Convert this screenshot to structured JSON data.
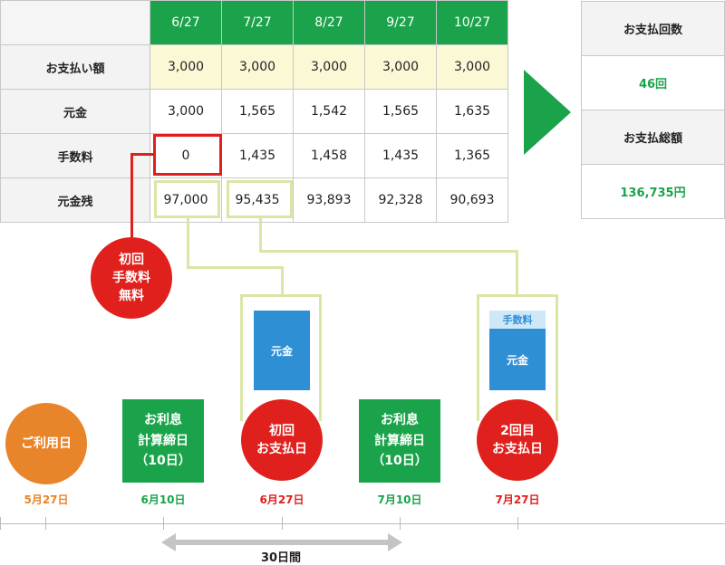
{
  "table": {
    "dates": [
      "6/27",
      "7/27",
      "8/27",
      "9/27",
      "10/27"
    ],
    "rows": [
      {
        "label": "お支払い額",
        "values": [
          "3,000",
          "3,000",
          "3,000",
          "3,000",
          "3,000"
        ]
      },
      {
        "label": "元金",
        "values": [
          "3,000",
          "1,565",
          "1,542",
          "1,565",
          "1,635"
        ]
      },
      {
        "label": "手数料",
        "values": [
          "0",
          "1,435",
          "1,458",
          "1,435",
          "1,365"
        ]
      },
      {
        "label": "元金残",
        "values": [
          "97,000",
          "95,435",
          "93,893",
          "92,328",
          "90,693"
        ]
      }
    ]
  },
  "summary": {
    "count_label": "お支払回数",
    "count_value": "46回",
    "total_label": "お支払総額",
    "total_value": "136,735円"
  },
  "colors": {
    "green": "#1aa34a",
    "red": "#e0201c",
    "orange": "#e8842a",
    "blue": "#2f8fd4",
    "pale_green": "#d9e6a6",
    "pale_yellow": "#fbf8d6"
  },
  "notes": {
    "first_fee_free": [
      "初回",
      "手数料",
      "無料"
    ]
  },
  "timeline": {
    "usage_day": {
      "label": "ご利用日",
      "date": "5月27日"
    },
    "closing1": {
      "lines": [
        "お利息",
        "計算締日",
        "（10日）"
      ],
      "date": "6月10日"
    },
    "first_payment": {
      "lines": [
        "初回",
        "お支払日"
      ],
      "date": "6月27日",
      "bar_label": "元金"
    },
    "closing2": {
      "lines": [
        "お利息",
        "計算締日",
        "（10日）"
      ],
      "date": "7月10日"
    },
    "second_payment": {
      "lines": [
        "2回目",
        "お支払日"
      ],
      "date": "7月27日",
      "bar_fee_label": "手数料",
      "bar_principal_label": "元金"
    },
    "span_label": "30日間"
  }
}
